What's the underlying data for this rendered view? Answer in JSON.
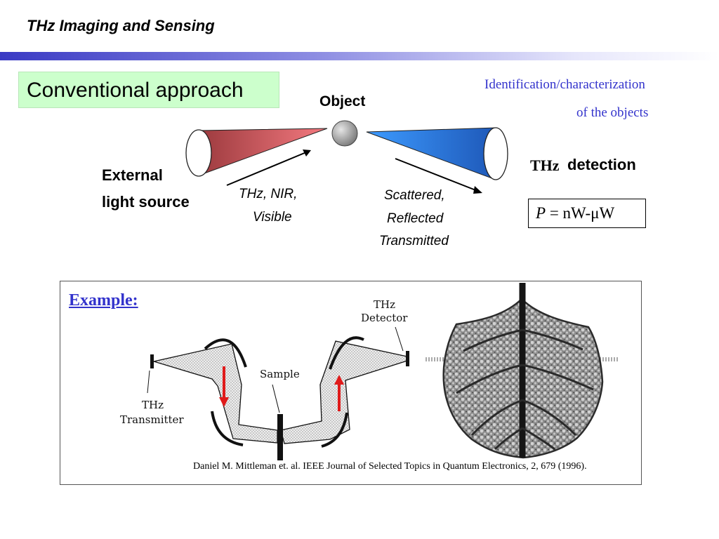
{
  "slide": {
    "title": "THz Imaging and Sensing"
  },
  "approach": {
    "label": "Conventional approach"
  },
  "object": {
    "label": "Object"
  },
  "identification": {
    "line1": "Identification/characterization",
    "line2": "of the objects"
  },
  "source": {
    "line1": "External",
    "line2": "light source"
  },
  "detection": {
    "prefix": "THz",
    "word": "detection"
  },
  "power": {
    "variable": "P",
    "expression": " = nW-μW"
  },
  "incident": {
    "line1": "THz, NIR,",
    "line2": "Visible"
  },
  "scattered": {
    "line1": "Scattered,",
    "line2": "Reflected",
    "line3": "Transmitted"
  },
  "example": {
    "label": "Example:",
    "detector_line1": "THz",
    "detector_line2": "Detector",
    "sample": "Sample",
    "transmitter_line1": "THz",
    "transmitter_line2": "Transmitter",
    "citation": "Daniel M. Mittleman et. al. IEEE Journal of Selected Topics in Quantum Electronics, 2, 679 (1996)."
  },
  "colors": {
    "source_cone": "#e8737a",
    "detector_cone": "#2f7fe0",
    "approach_bg": "#ccffcc",
    "accent_text": "#3333cc",
    "beam_arrow": "#e01b1b"
  }
}
